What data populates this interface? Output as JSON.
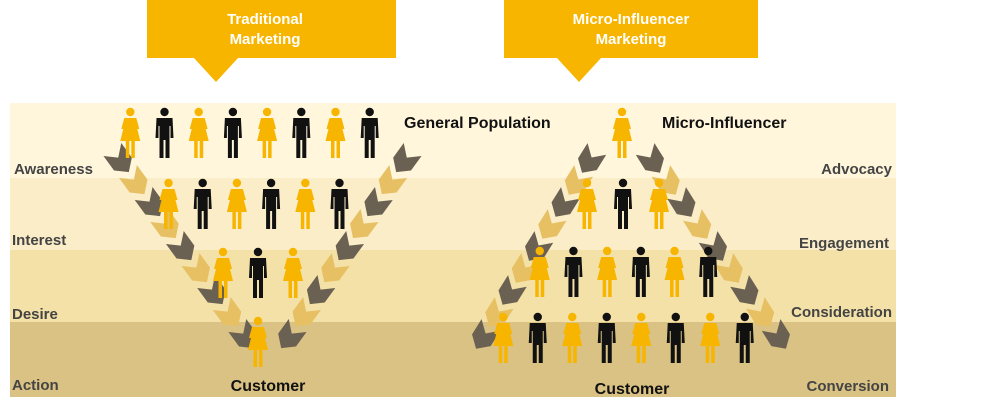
{
  "colors": {
    "banner": "#F7B500",
    "figure_gold": "#F7B500",
    "figure_dark": "#111111",
    "band_1": "#FFF6DC",
    "band_2": "#FBEDC8",
    "band_3": "#F4E1A8",
    "band_4": "#D9C283",
    "chevron_dark": "#6B6152",
    "chevron_gold": "#E6C063"
  },
  "icons": {
    "female": "female-person-icon",
    "male": "male-person-icon",
    "chevron": "chevron-arrow-icon"
  },
  "left": {
    "banner": [
      "Traditional",
      "Marketing"
    ],
    "top_label": "General Population",
    "bottom_label": "Customer",
    "stages": [
      "Awareness",
      "Interest",
      "Desire",
      "Action"
    ],
    "rows": [
      [
        "F",
        "M",
        "F",
        "M",
        "F",
        "M",
        "F",
        "M"
      ],
      [
        "F",
        "M",
        "F",
        "M",
        "F",
        "M"
      ],
      [
        "F",
        "M",
        "F"
      ],
      [
        "F"
      ]
    ]
  },
  "right": {
    "banner": [
      "Micro-Influencer",
      "Marketing"
    ],
    "top_label": "Micro-Influencer",
    "bottom_label": "Customer",
    "stages": [
      "Advocacy",
      "Engagement",
      "Consideration",
      "Conversion"
    ],
    "rows": [
      [
        "F"
      ],
      [
        "F",
        "M",
        "F"
      ],
      [
        "F",
        "M",
        "F",
        "M",
        "F",
        "M"
      ],
      [
        "F",
        "M",
        "F",
        "M",
        "F",
        "M",
        "F",
        "M"
      ]
    ]
  }
}
